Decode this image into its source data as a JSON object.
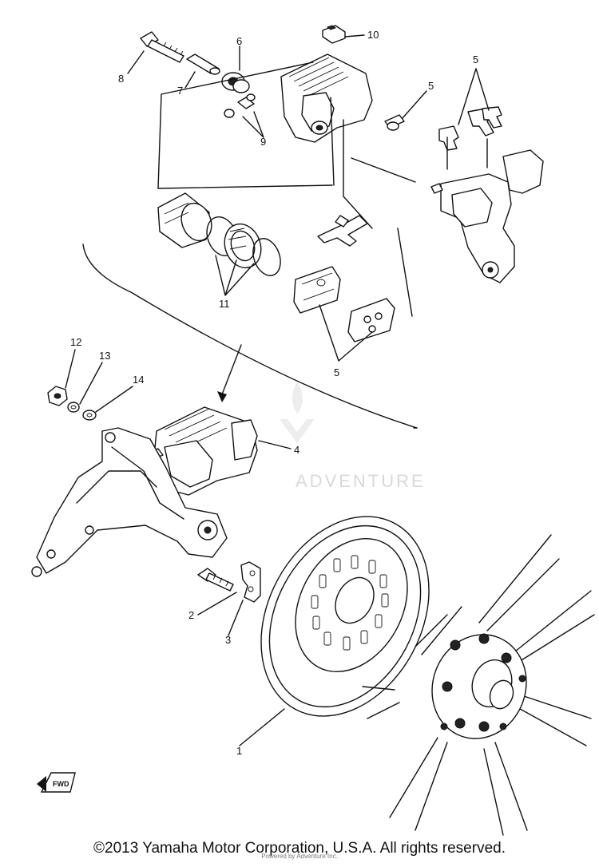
{
  "diagram": {
    "callouts": {
      "c1": "1",
      "c2": "2",
      "c3": "3",
      "c4": "4",
      "c5_a": "5",
      "c5_b": "5",
      "c5_c": "5",
      "c6": "6",
      "c7": "7",
      "c8": "8",
      "c9": "9",
      "c10": "10",
      "c11": "11",
      "c12": "12",
      "c13": "13",
      "c14": "14"
    },
    "direction_mark": "FWD",
    "watermark": "ADVENTURE"
  },
  "footer": {
    "copyright": "©2013 Yamaha Motor Corporation, U.S.A. All rights reserved.",
    "credit": "Powered by Adventure Inc."
  }
}
